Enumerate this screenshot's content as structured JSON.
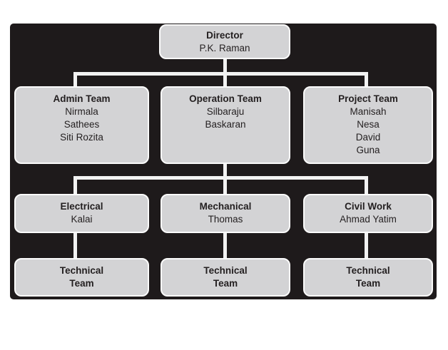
{
  "colors": {
    "panel_background": "#1e1a1b",
    "connector_line": "#f2f2f2",
    "box_fill": "#d3d3d5",
    "box_border": "#fbfbfb",
    "text": "#231f20"
  },
  "org": {
    "director": {
      "title": "Director",
      "members": [
        "P.K. Raman"
      ]
    },
    "admin": {
      "title": "Admin Team",
      "members": [
        "Nirmala",
        "Sathees",
        "Siti Rozita"
      ]
    },
    "operation": {
      "title": "Operation Team",
      "members": [
        "Silbaraju",
        "Baskaran"
      ]
    },
    "project": {
      "title": "Project Team",
      "members": [
        "Manisah",
        "Nesa",
        "David",
        "Guna"
      ]
    },
    "electrical": {
      "title": "Electrical",
      "members": [
        "Kalai"
      ]
    },
    "mechanical": {
      "title": "Mechanical",
      "members": [
        "Thomas"
      ]
    },
    "civil": {
      "title": "Civil Work",
      "members": [
        "Ahmad Yatim"
      ]
    },
    "technical_left": {
      "line1": "Technical",
      "line2": "Team"
    },
    "technical_center": {
      "line1": "Technical",
      "line2": "Team"
    },
    "technical_right": {
      "line1": "Technical",
      "line2": "Team"
    }
  }
}
